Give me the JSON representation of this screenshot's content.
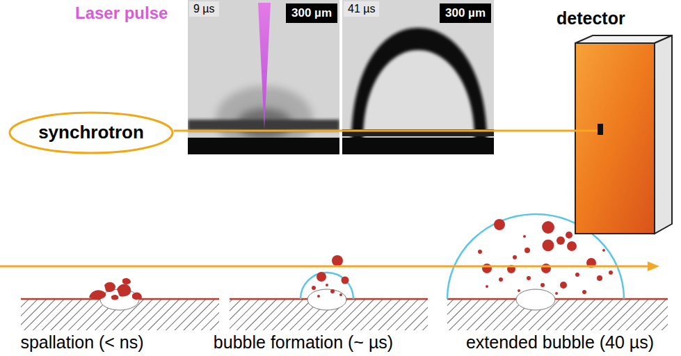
{
  "diagram": {
    "nodes": [
      {
        "text": [
          "9 µs"
        ]
      },
      {
        "text": [
          "300 µm"
        ]
      },
      {
        "text": [
          "41 µs"
        ]
      },
      {
        "text": [
          "300 µm"
        ]
      },
      {
        "text": [
          "detector"
        ]
      },
      {
        "text": [
          "synchrotron"
        ]
      }
    ],
    "edges": [
      {
        "from": 5,
        "to": 4,
        "arrow": "none"
      }
    ],
    "labels": [
      "Laser pulse",
      "spallation (< ns)",
      "bubble formation (~ µs)",
      "extended bubble (40 µs)"
    ]
  }
}
